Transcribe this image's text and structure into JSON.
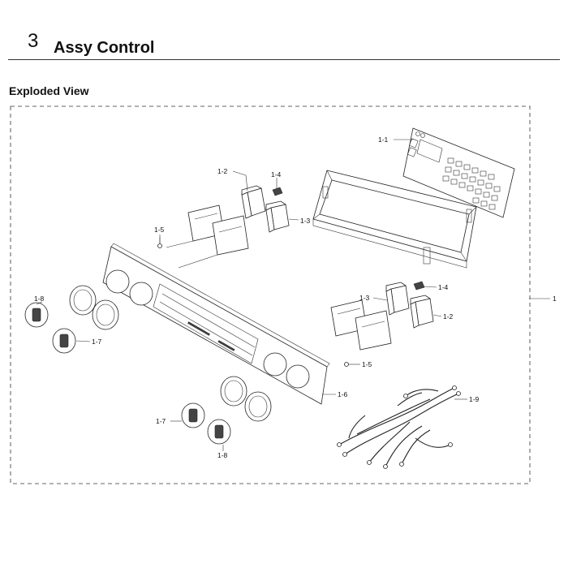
{
  "header": {
    "section_number": "3",
    "section_title": "Assy Control"
  },
  "subheader": {
    "title": "Exploded View"
  },
  "callouts": {
    "c1_1": "1-1",
    "c1_2a": "1-2",
    "c1_2b": "1-2",
    "c1_3a": "1-3",
    "c1_3b": "1-3",
    "c1_4a": "1-4",
    "c1_4b": "1-4",
    "c1_5a": "1-5",
    "c1_5b": "1-5",
    "c1_6": "1-6",
    "c1_7a": "1-7",
    "c1_7b": "1-7",
    "c1_8a": "1-8",
    "c1_8b": "1-8",
    "c1_9": "1-9",
    "assembly": "1"
  }
}
